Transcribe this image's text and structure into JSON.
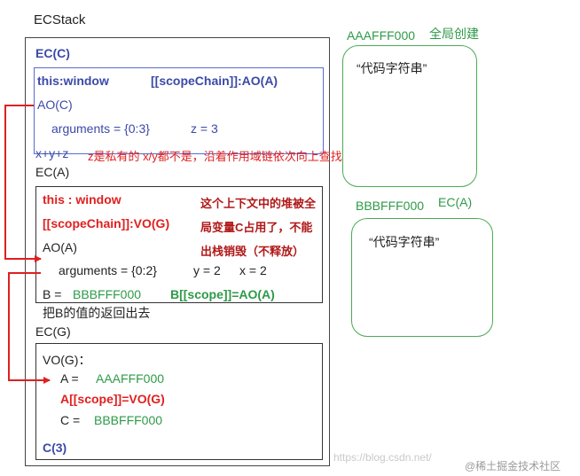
{
  "ecstack": {
    "title": "ECStack"
  },
  "ec_c": {
    "header": "EC(C)",
    "this_line": "this:window",
    "scope_line": "[[scopeChain]]:AO(A)",
    "ao_label": "AO(C)",
    "arguments": "arguments = {0:3}",
    "z_assign": "z = 3",
    "expr": "x+y+z",
    "note": "z是私有的   x/y都不是，沿着作用域链依次向上查找"
  },
  "ec_a": {
    "header": "EC(A)",
    "this_line": "this : window",
    "scope_line": "[[scopeChain]]:VO(G)",
    "note_lines": [
      "这个上下文中的堆被全",
      "局变量C占用了，不能",
      "出栈销毁（不释放）"
    ],
    "ao_label": "AO(A)",
    "arguments": "arguments = {0:2}",
    "y_assign": "y = 2",
    "x_assign": "x = 2",
    "b_label": "B =",
    "b_value": "BBBFFF000",
    "b_scope": "B[[scope]]=AO(A)",
    "return_note": "把B的值的返回出去"
  },
  "ec_g": {
    "header": "EC(G)",
    "vo_label": "VO(G)：",
    "a_label": "A =",
    "a_value": "AAAFFF000",
    "a_scope": "A[[scope]]=VO(G)",
    "c_label": "C  =",
    "c_value": "BBBFFF000",
    "call": "C(3)"
  },
  "heap_1": {
    "address": "AAAFFF000",
    "label": "全局创建",
    "content": "“代码字符串”"
  },
  "heap_2": {
    "address": "BBBFFF000",
    "label": "EC(A)",
    "content": "“代码字符串”"
  },
  "watermark": {
    "blog": "https://blog.csdn.net/",
    "site": "@稀土掘金技术社区"
  },
  "colors": {
    "blue_text": "#3b4aa8",
    "blue_border": "#5b6bd0",
    "red": "#e02020",
    "dark_red": "#b01818",
    "green": "#2e9a48",
    "heap_border": "#4caa55"
  }
}
